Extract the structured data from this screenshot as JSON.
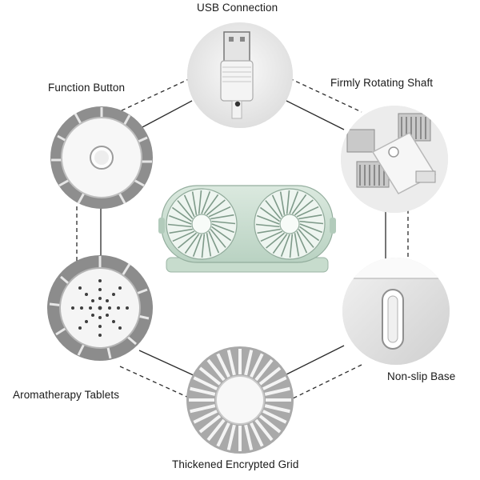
{
  "labels": {
    "usb": "USB Connection",
    "function_button": "Function Button",
    "rotating_shaft": "Firmly Rotating Shaft",
    "aromatherapy": "Aromatherapy Tablets",
    "non_slip": "Non-slip Base",
    "grid": "Thickened Encrypted Grid"
  },
  "icons": {
    "usb": "usb-plug-icon",
    "function_button": "power-button-icon",
    "rotating_shaft": "hinge-shaft-icon",
    "aromatherapy": "aroma-disc-icon",
    "non_slip": "rubber-base-icon",
    "grid": "fan-grille-icon",
    "product": "dual-fan-icon"
  },
  "colors": {
    "product_body": "#cfe2d6",
    "connector_line": "#2b2b2b",
    "part_gray": "#9a9a9a"
  }
}
